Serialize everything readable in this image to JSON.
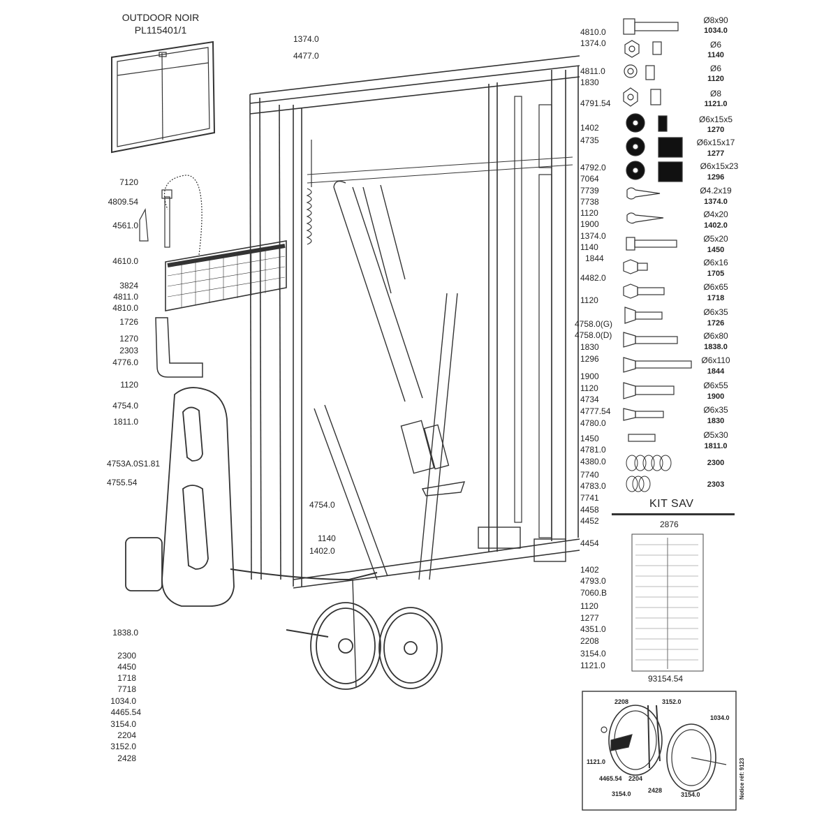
{
  "header": {
    "title": "OUTDOOR  NOIR",
    "reference": "PL115401/1"
  },
  "left_labels": [
    "7120",
    "4809.54",
    "4561.0",
    "4610.0",
    "3824",
    "4811.0",
    "4810.0",
    "1726",
    "1270",
    "2303",
    "4776.0",
    "1120",
    "4754.0",
    "1811.0",
    "4753A.0S1.81",
    "4755.54",
    "1838.0",
    "2300",
    "4450",
    "1718",
    "7718",
    "1034.0",
    "4465.54",
    "3154.0",
    "2204",
    "3152.0",
    "2428"
  ],
  "top_labels": [
    "1374.0",
    "4477.0"
  ],
  "center_labels": [
    "4754.0",
    "1140",
    "1402.0"
  ],
  "right_labels": [
    "4810.0",
    "1374.0",
    "4811.0",
    "1830",
    "4791.54",
    "1402",
    "4735",
    "4792.0",
    "7064",
    "7739",
    "7738",
    "1120",
    "1900",
    "1374.0",
    "1140",
    "1844",
    "4482.0",
    "1120",
    "4758.0(G)",
    "4758.0(D)",
    "1830",
    "1296",
    "1900",
    "1120",
    "4734",
    "4777.54",
    "4780.0",
    "1450",
    "4781.0",
    "4380.0",
    "7740",
    "4783.0",
    "7741",
    "4458",
    "4452",
    "4454",
    "1402",
    "4793.0",
    "7060.B",
    "1120",
    "1277",
    "4351.0",
    "2208",
    "3154.0",
    "1121.0"
  ],
  "hardware": [
    {
      "spec": "Ø8x90",
      "code": "1034.0"
    },
    {
      "spec": "Ø6",
      "code": "1140"
    },
    {
      "spec": "Ø6",
      "code": "1120"
    },
    {
      "spec": "Ø8",
      "code": "1121.0"
    },
    {
      "spec": "Ø6x15x5",
      "code": "1270"
    },
    {
      "spec": "Ø6x15x17",
      "code": "1277"
    },
    {
      "spec": "Ø6x15x23",
      "code": "1296"
    },
    {
      "spec": "Ø4.2x19",
      "code": "1374.0"
    },
    {
      "spec": "Ø4x20",
      "code": "1402.0"
    },
    {
      "spec": "Ø5x20",
      "code": "1450"
    },
    {
      "spec": "Ø6x16",
      "code": "1705"
    },
    {
      "spec": "Ø6x65",
      "code": "1718"
    },
    {
      "spec": "Ø6x35",
      "code": "1726"
    },
    {
      "spec": "Ø6x80",
      "code": "1838.0"
    },
    {
      "spec": "Ø6x110",
      "code": "1844"
    },
    {
      "spec": "Ø6x55",
      "code": "1900"
    },
    {
      "spec": "Ø6x35",
      "code": "1830"
    },
    {
      "spec": "Ø5x30",
      "code": "1811.0"
    },
    {
      "spec": "",
      "code": "2300"
    },
    {
      "spec": "",
      "code": "2303"
    }
  ],
  "kit": {
    "title": "KIT SAV",
    "number": "2876",
    "code": "93154.54"
  },
  "inset": {
    "labels": [
      "2208",
      "3152.0",
      "1034.0",
      "1121.0",
      "4465.54",
      "2204",
      "2428",
      "3154.0",
      "3154.0"
    ],
    "notice": "Notice réf: 9123"
  }
}
